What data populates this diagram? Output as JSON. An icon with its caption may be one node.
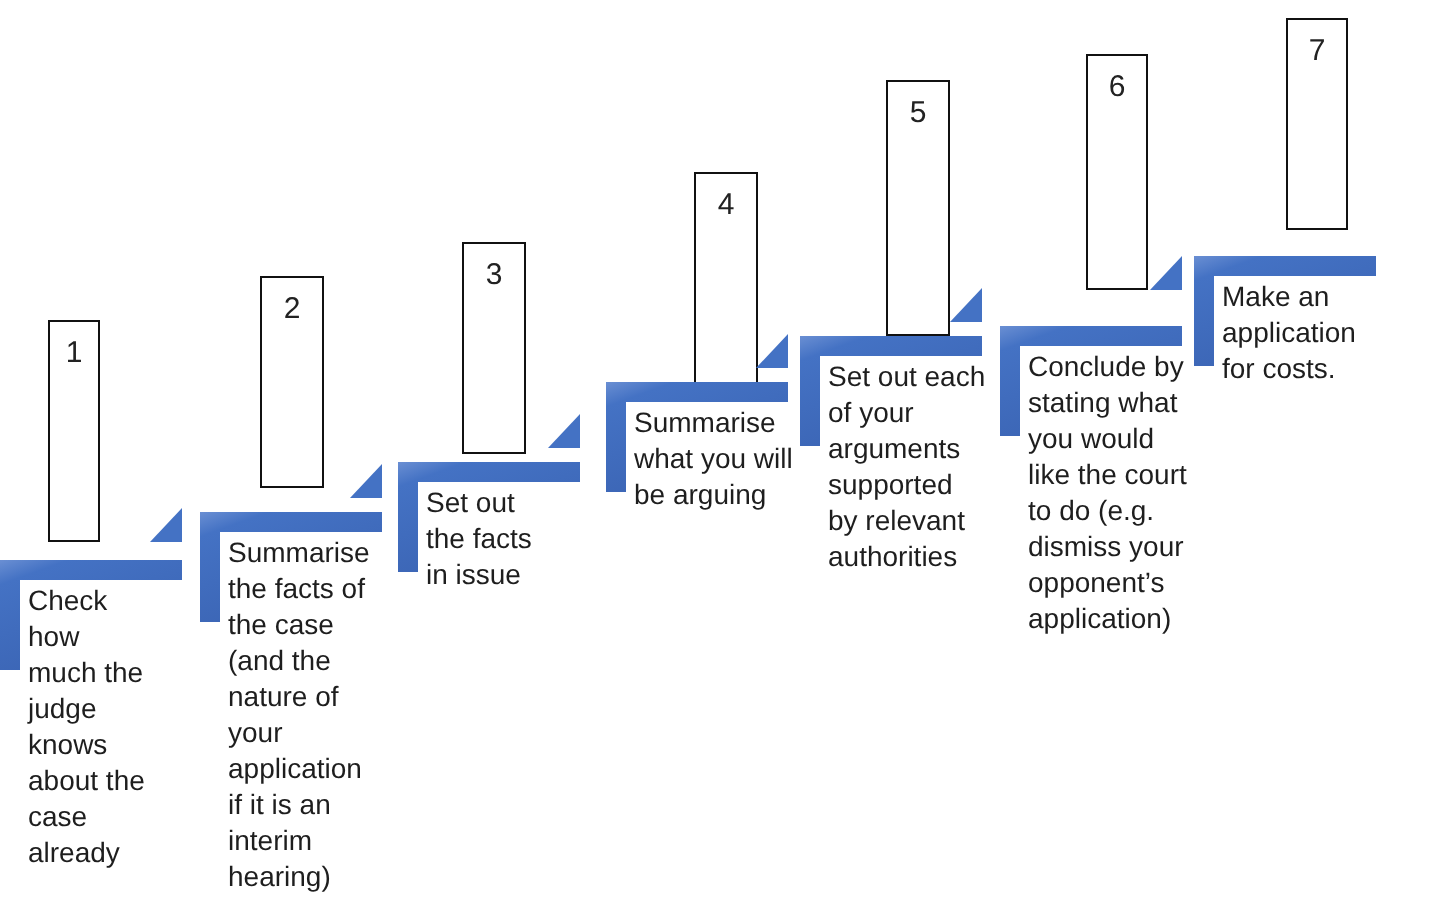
{
  "diagram": {
    "nodes": [
      {
        "text": [
          "1"
        ]
      },
      {
        "text": [
          "Check how much the judge knows about the case already"
        ]
      },
      {
        "text": [
          "2"
        ]
      },
      {
        "text": [
          "Summarise the facts of the case (and the nature of your application if it is an interim hearing)"
        ]
      },
      {
        "text": [
          "3"
        ]
      },
      {
        "text": [
          "Set out the facts in issue"
        ]
      },
      {
        "text": [
          "4"
        ]
      },
      {
        "text": [
          "Summarise what you will be arguing"
        ]
      },
      {
        "text": [
          "5"
        ]
      },
      {
        "text": [
          "Set out each of your arguments supported by relevant authorities"
        ]
      },
      {
        "text": [
          "6"
        ]
      },
      {
        "text": [
          "Conclude by stating what you would like the court to do (e.g. dismiss your opponent’s application)"
        ]
      },
      {
        "text": [
          "7"
        ]
      },
      {
        "text": [
          "Make an application for costs."
        ]
      }
    ]
  }
}
